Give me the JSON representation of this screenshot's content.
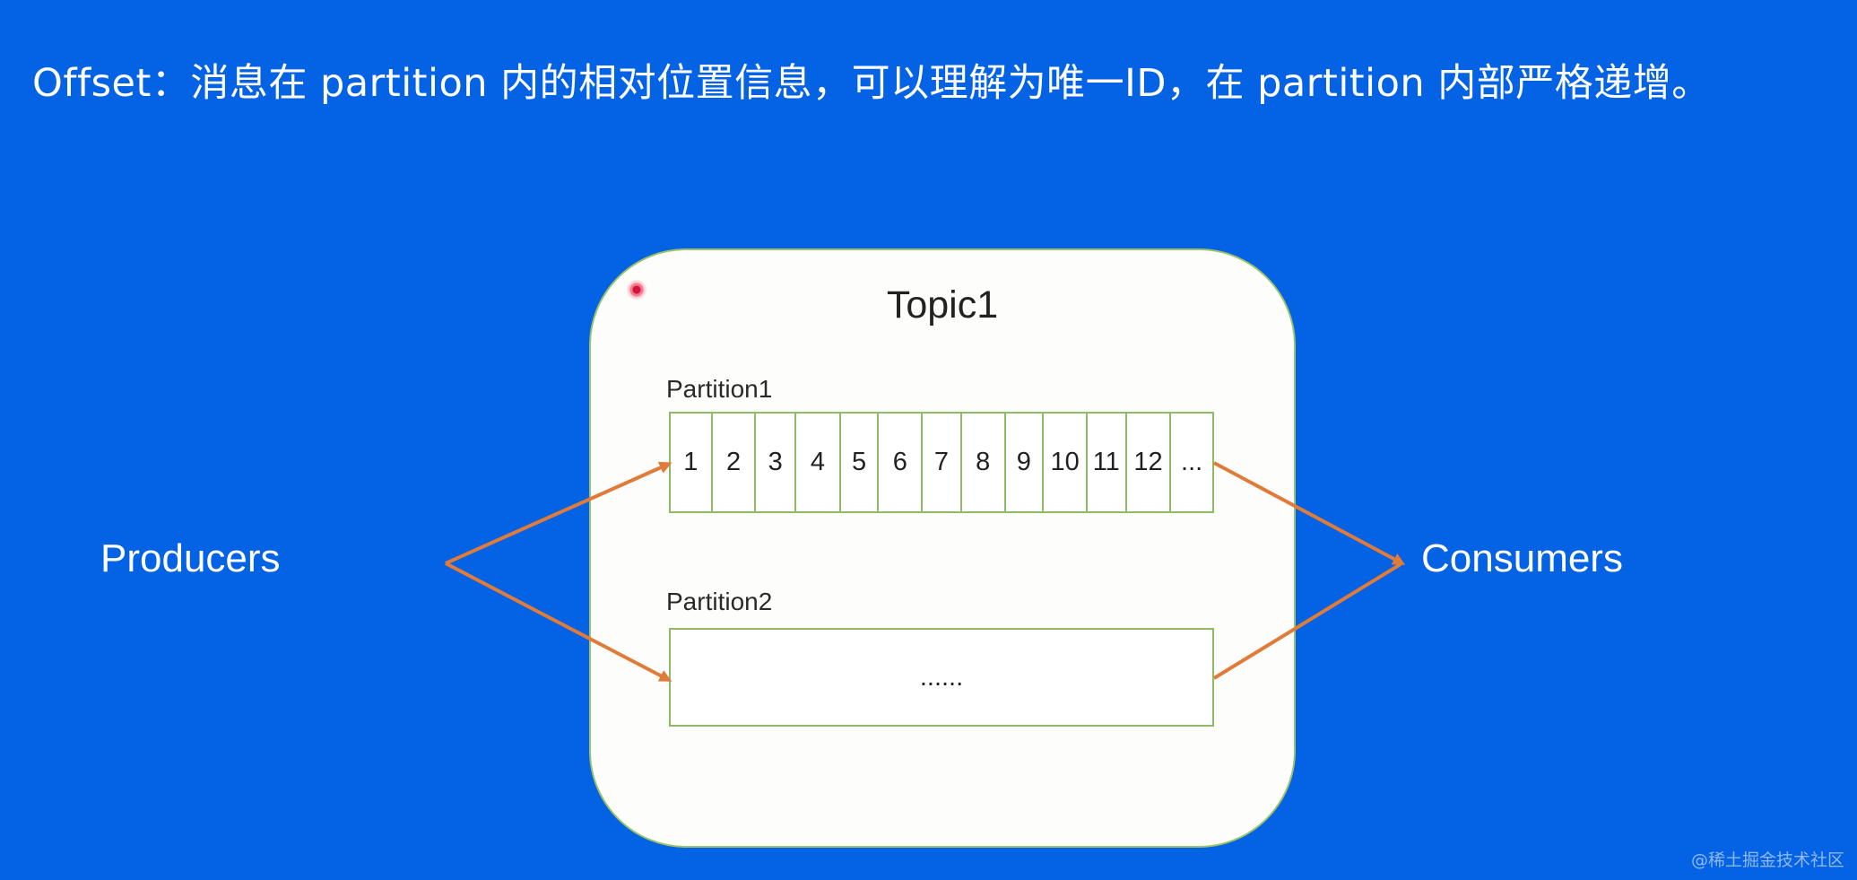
{
  "headline": "Offset：消息在 partition 内的相对位置信息，可以理解为唯一ID，在 partition 内部严格递增。",
  "diagram": {
    "topic": {
      "title": "Topic1"
    },
    "partitions": [
      {
        "label": "Partition1",
        "cells": [
          "1",
          "2",
          "3",
          "4",
          "5",
          "6",
          "7",
          "8",
          "9",
          "10",
          "11",
          "12",
          "..."
        ]
      },
      {
        "label": "Partition2",
        "content": "......"
      }
    ],
    "producers_label": "Producers",
    "consumers_label": "Consumers",
    "colors": {
      "background": "#0462e4",
      "topic_fill": "#fdfefb",
      "partition_border": "#8fbb63",
      "arrow": "#e07b39",
      "text_light": "#ffffff",
      "text_dark": "#222222"
    }
  },
  "watermark": "@稀土掘金技术社区"
}
